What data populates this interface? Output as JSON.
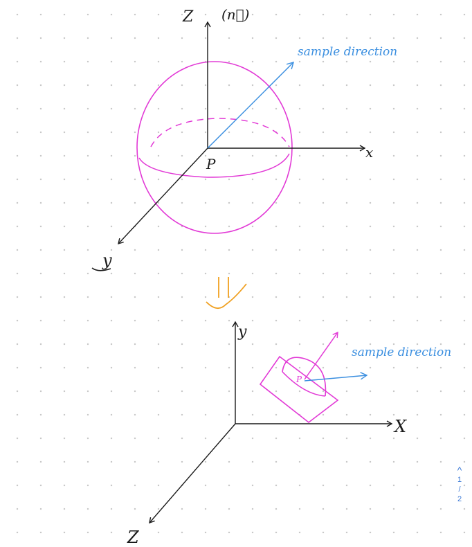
{
  "colors": {
    "ink": "#1a1a1a",
    "magenta": "#e23ad6",
    "blue": "#3b8fe0",
    "orange": "#f0a020",
    "pager": "#3a78d6"
  },
  "top_diagram": {
    "z_label": "Z",
    "n_label": "(n⃗)",
    "x_label": "x",
    "y_label": "y",
    "origin_label": "P",
    "sample_label": "sample direction"
  },
  "transform_arrow": "⇓",
  "bottom_diagram": {
    "y_label": "y",
    "x_label": "X",
    "z_label": "Z",
    "origin_label": "P",
    "sample_label": "sample direction"
  },
  "pager": {
    "up_icon": "chevron-up-icon",
    "current": "1",
    "separator": "/",
    "total": "2"
  }
}
